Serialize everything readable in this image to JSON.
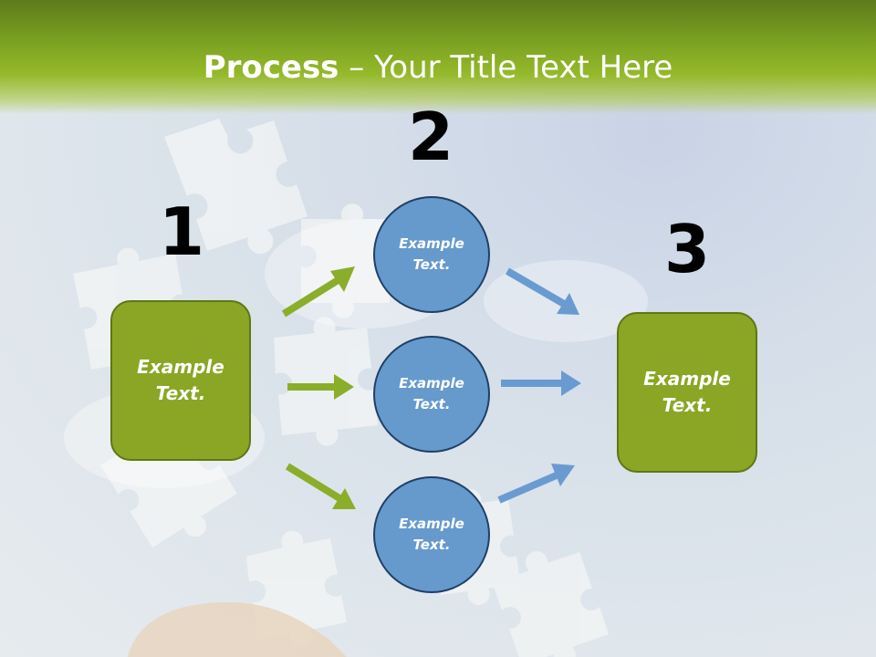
{
  "title": {
    "bold": "Process",
    "rest": " – Your Title Text Here"
  },
  "numbers": {
    "n1": "1",
    "n2": "2",
    "n3": "3"
  },
  "left_box": {
    "text": "Example Text."
  },
  "right_box": {
    "text": "Example Text."
  },
  "circles": [
    {
      "text": "Example Text."
    },
    {
      "text": "Example Text."
    },
    {
      "text": "Example Text."
    }
  ],
  "colors": {
    "green": "#8aa624",
    "blue": "#6699cc",
    "green_arrow": "#8aae2a",
    "blue_arrow": "#6a9bd0"
  }
}
